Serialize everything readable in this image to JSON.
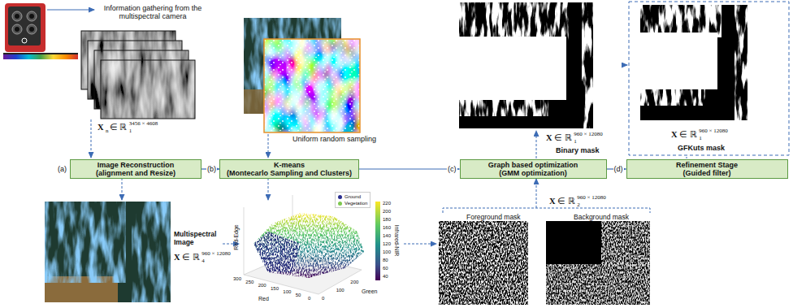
{
  "diagram": {
    "nodes": [
      {
        "text": [
          "Image Reconstruction",
          "(alignment and Resize)"
        ]
      },
      {
        "text": [
          "K-means",
          "(Montecarlo Sampling and Clusters)"
        ]
      },
      {
        "text": [
          "Graph based optimization",
          "(GMM optimization)"
        ]
      },
      {
        "text": [
          "Refinement Stage",
          "(Guided filter)"
        ]
      }
    ],
    "edges": [
      {
        "from": 0,
        "to": 1,
        "arrow": "to"
      },
      {
        "from": 1,
        "to": 2,
        "arrow": "to"
      },
      {
        "from": 2,
        "to": 3,
        "arrow": "to"
      }
    ],
    "labels": [
      "Information gathering from the multispectral camera",
      "X",
      "n",
      "∈ ℝ",
      "1",
      "3456 × 4608",
      "(a)",
      "(b)",
      "(c)",
      "(d)",
      "Uniform random sampling",
      "Multispectral Image",
      "X",
      "∈ ℝ",
      "4",
      "960 × 12080",
      "X",
      "∈ ℝ",
      "1",
      "960 × 12080",
      "Binary mask",
      "X",
      "∈ ℝ",
      "1",
      "960 × 12080",
      "GFKuts mask",
      "X",
      "∈ ℝ",
      "2",
      "960 × 12080",
      "Foreground mask",
      "Background mask",
      "Red",
      "Green",
      "Red-Edge",
      "Infrared-NIR",
      "220",
      "200",
      "180",
      "160",
      "140",
      "120",
      "100",
      "80",
      "60",
      "40",
      "300",
      "250",
      "200",
      "150",
      "100",
      "50",
      "0",
      "0",
      "100",
      "200"
    ],
    "legend": [
      {
        "text": "Ground",
        "color": "#2b2f8f"
      },
      {
        "text": "Vegetation",
        "color": "#7ec850"
      }
    ]
  }
}
